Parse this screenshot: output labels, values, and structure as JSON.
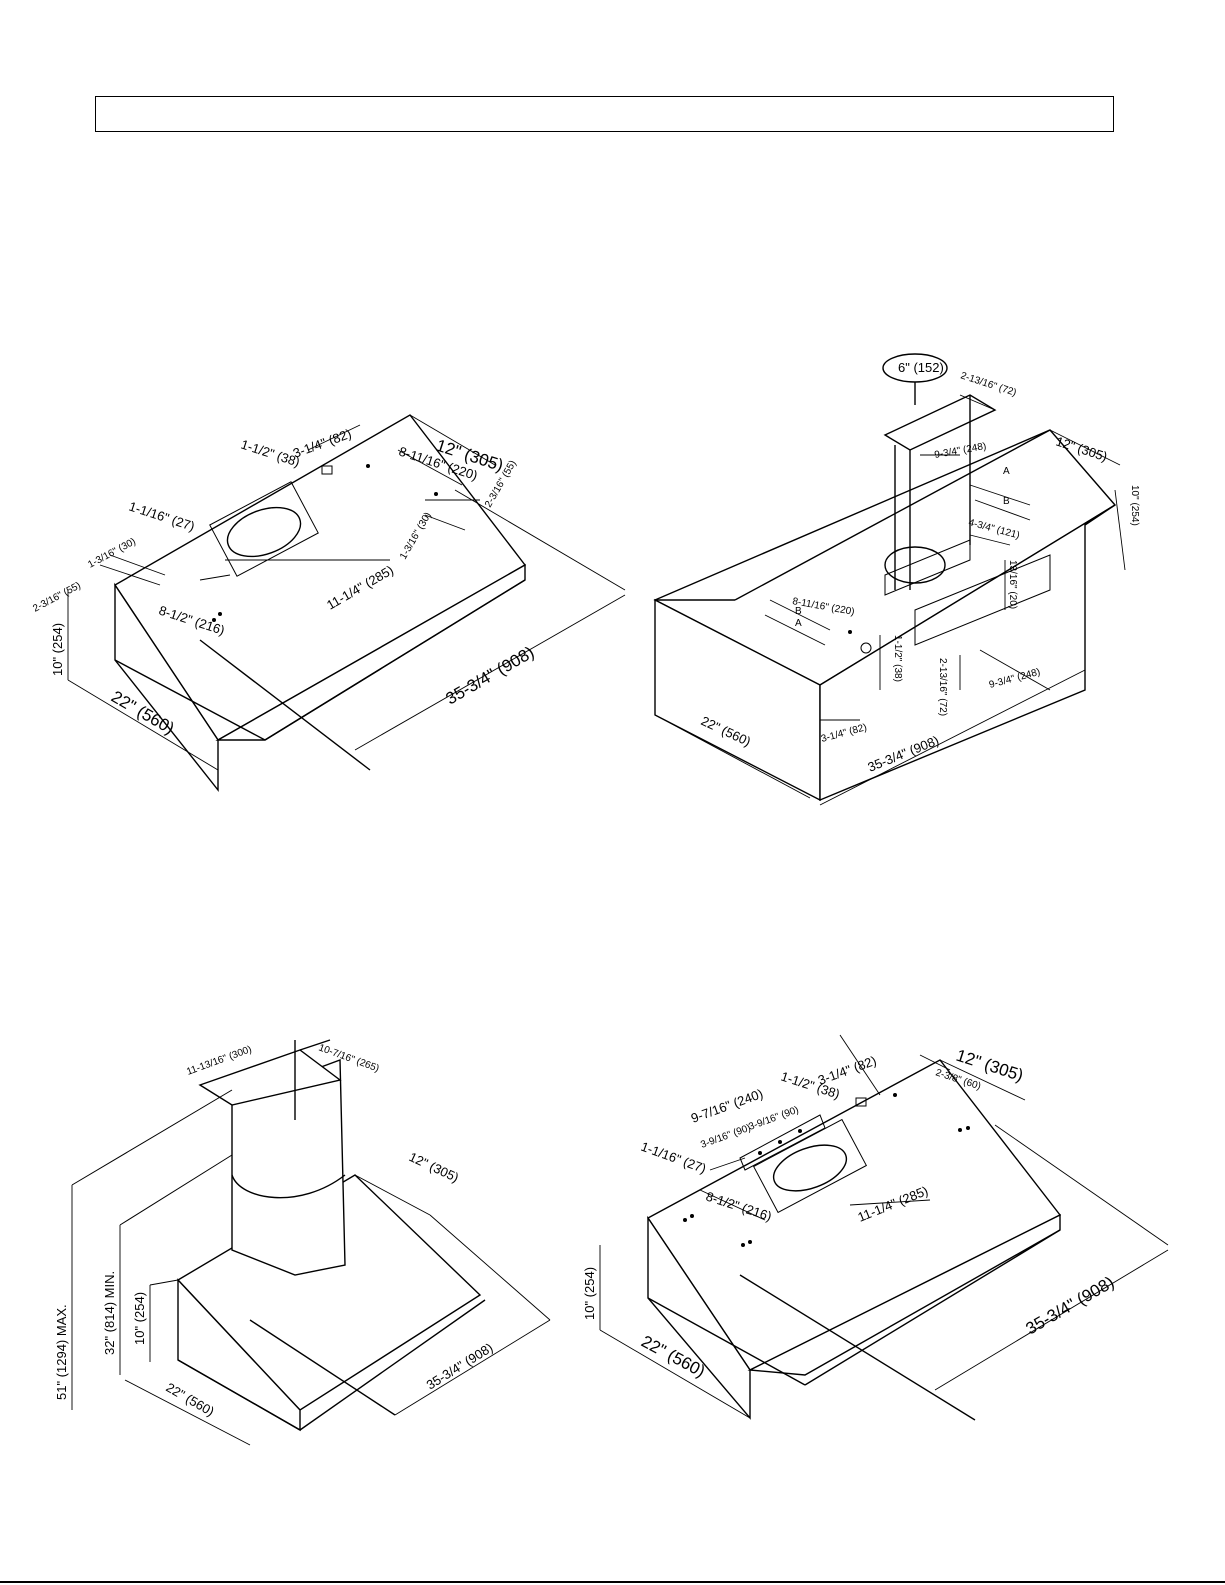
{
  "header": {
    "title": ""
  },
  "top_left": {
    "dims": {
      "w12": "12\" (305)",
      "w8_11": "8-11/16\" (220)",
      "w3_14": "3-1/4\" (82)",
      "w1_12": "1-1/2\" (38)",
      "w1_116": "1-1/16\" (27)",
      "w1_316a": "1-3/16\" (30)",
      "w2_316a": "2-3/16\" (55)",
      "w1_316b": "1-3/16\" (30)",
      "w2_316b": "2-3/16\" (55)",
      "w8_12": "8-1/2\" (216)",
      "w11_14": "11-1/4\" (285)",
      "h10": "10\" (254)",
      "d22": "22\" (560)",
      "l35": "35-3/4\" (908)"
    }
  },
  "top_right": {
    "dims": {
      "duct6": "6\" (152)",
      "d2_13a": "2-13/16\" (72)",
      "d9_34a": "9-3/4\" (248)",
      "w12": "12\" (305)",
      "h10": "10\" (254)",
      "d4_34": "4-3/4\" (121)",
      "d13_16": "13/16\" (20)",
      "d8_11": "8-11/16\" (220)",
      "d1_12": "1-1/2\" (38)",
      "d2_13b": "2-13/16\" (72)",
      "d9_34b": "9-3/4\" (248)",
      "d3_14": "3-1/4\" (82)",
      "d22": "22\" (560)",
      "l35": "35-3/4\" (908)",
      "A": "A",
      "B": "B"
    }
  },
  "bottom_left": {
    "dims": {
      "c11": "11-13/16\" (300)",
      "c10": "10-7/16\" (265)",
      "w12": "12\" (305)",
      "h51": "51\" (1294) MAX.",
      "h32": "32\" (814) MIN.",
      "h10": "10\" (254)",
      "d22": "22\" (560)",
      "l35": "35-3/4\" (908)"
    }
  },
  "bottom_right": {
    "dims": {
      "w12": "12\" (305)",
      "d2_38": "2-3/8\" (60)",
      "d3_14": "3-1/4\" (82)",
      "d1_12": "1-1/2\" (38)",
      "d9_716": "9-7/16\" (240)",
      "d3_916a": "3-9/16\" (90)",
      "d3_916b": "3-9/16\" (90)",
      "d1_116": "1-1/16\" (27)",
      "d8_12": "8-1/2\" (216)",
      "d11_14": "11-1/4\" (285)",
      "h10": "10\" (254)",
      "d22": "22\" (560)",
      "l35": "35-3/4\" (908)"
    }
  }
}
